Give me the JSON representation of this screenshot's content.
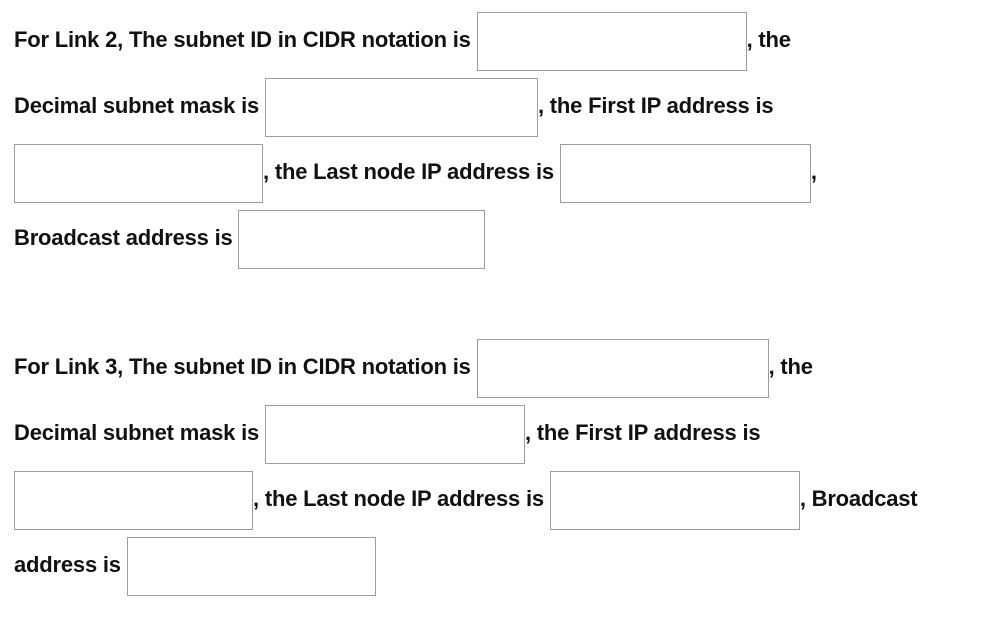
{
  "page": {
    "background_color": "#ffffff",
    "text_color": "#111111",
    "input_border_color": "#9d9d9d"
  },
  "questions": [
    {
      "id": "link-2",
      "lines": [
        {
          "segments": [
            {
              "type": "text",
              "text": "For Link 2, The subnet ID in CIDR notation is "
            },
            {
              "type": "input",
              "name": "link2-cidr-input",
              "label": "Link 2 subnet ID in CIDR notation",
              "value": "",
              "placeholder": ""
            },
            {
              "type": "text",
              "text": ", the"
            }
          ]
        },
        {
          "segments": [
            {
              "type": "text",
              "text": "Decimal subnet mask is "
            },
            {
              "type": "input",
              "name": "link2-mask-input",
              "label": "Link 2 decimal subnet mask",
              "value": "",
              "placeholder": ""
            },
            {
              "type": "text",
              "text": ", the First IP address is"
            }
          ]
        },
        {
          "segments": [
            {
              "type": "input",
              "name": "link2-first-ip-input",
              "label": "Link 2 first IP address",
              "value": "",
              "placeholder": ""
            },
            {
              "type": "text",
              "text": ", the Last node IP address is "
            },
            {
              "type": "input",
              "name": "link2-last-ip-input",
              "label": "Link 2 last node IP address",
              "value": "",
              "placeholder": ""
            },
            {
              "type": "text",
              "text": ","
            }
          ]
        },
        {
          "segments": [
            {
              "type": "text",
              "text": "Broadcast address is "
            },
            {
              "type": "input",
              "name": "link2-broadcast-input",
              "label": "Link 2 broadcast address",
              "value": "",
              "placeholder": ""
            }
          ]
        }
      ]
    },
    {
      "id": "link-3",
      "lines": [
        {
          "segments": [
            {
              "type": "text",
              "text": "For Link 3, The subnet ID in CIDR notation is "
            },
            {
              "type": "input",
              "name": "link3-cidr-input",
              "label": "Link 3 subnet ID in CIDR notation",
              "value": "",
              "placeholder": ""
            },
            {
              "type": "text",
              "text": ", the"
            }
          ]
        },
        {
          "segments": [
            {
              "type": "text",
              "text": "Decimal subnet mask is "
            },
            {
              "type": "input",
              "name": "link3-mask-input",
              "label": "Link 3 decimal subnet mask",
              "value": "",
              "placeholder": ""
            },
            {
              "type": "text",
              "text": ", the First IP address is"
            }
          ]
        },
        {
          "segments": [
            {
              "type": "input",
              "name": "link3-first-ip-input",
              "label": "Link 3 first IP address",
              "value": "",
              "placeholder": ""
            },
            {
              "type": "text",
              "text": ", the Last node IP address is "
            },
            {
              "type": "input",
              "name": "link3-last-ip-input",
              "label": "Link 3 last node IP address",
              "value": "",
              "placeholder": ""
            },
            {
              "type": "text",
              "text": ", Broadcast"
            }
          ]
        },
        {
          "segments": [
            {
              "type": "text",
              "text": "address is "
            },
            {
              "type": "input",
              "name": "link3-broadcast-input",
              "label": "Link 3 broadcast address",
              "value": "",
              "placeholder": ""
            }
          ]
        }
      ]
    }
  ]
}
